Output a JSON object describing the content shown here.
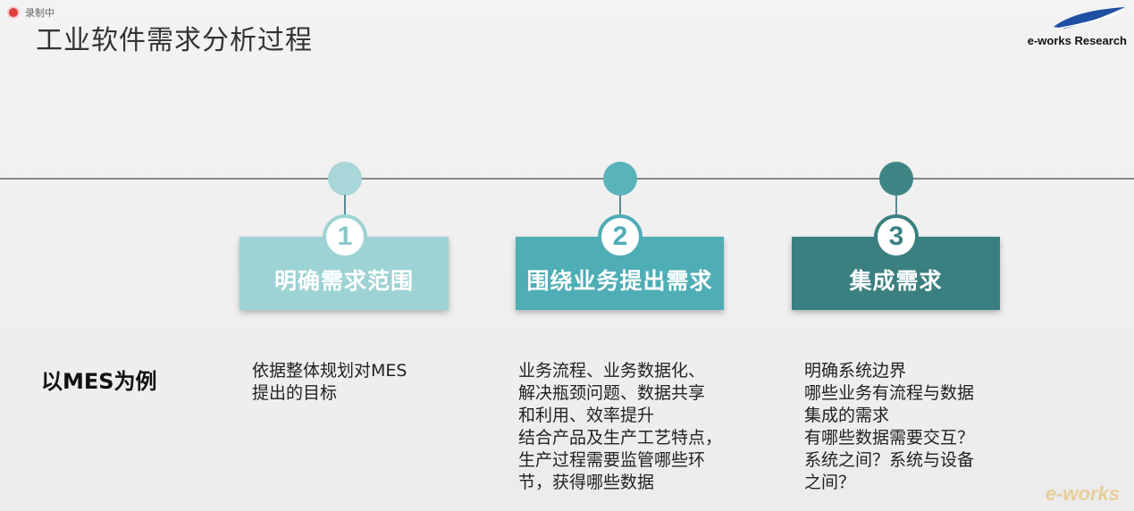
{
  "recording": {
    "label": "录制中"
  },
  "title": "工业软件需求分析过程",
  "logo": {
    "text": "e-works Research"
  },
  "colors": {
    "step1": "#9dd3d4",
    "step2": "#4eadb5",
    "step3": "#3b8080"
  },
  "steps": [
    {
      "number": "1",
      "label": "明确需求范围",
      "desc": [
        "依据整体规划对MES",
        "提出的目标"
      ]
    },
    {
      "number": "2",
      "label": "围绕业务提出需求",
      "desc": [
        "业务流程、业务数据化、",
        "解决瓶颈问题、数据共享",
        "和利用、效率提升",
        "结合产品及生产工艺特点，",
        "生产过程需要监管哪些环",
        "节，获得哪些数据"
      ]
    },
    {
      "number": "3",
      "label": "集成需求",
      "desc": [
        "明确系统边界",
        "哪些业务有流程与数据",
        "集成的需求",
        "有哪些数据需要交互？",
        "系统之间？系统与设备",
        "之间？"
      ]
    }
  ],
  "example_label": "以MES为例",
  "watermark": "e-works"
}
